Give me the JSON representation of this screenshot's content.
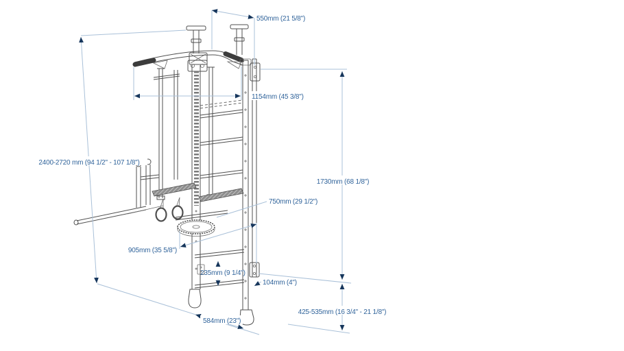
{
  "diagram": {
    "colors": {
      "background": "#ffffff",
      "structure_line": "#4f4f4f",
      "dimension_line": "#a9c0d8",
      "dimension_arrow": "#16365c",
      "dimension_text": "#31649b"
    },
    "dims": {
      "d550": "550mm (21 5/8\")",
      "d1154": "1154mm (45 3/8\")",
      "d2400": "2400-2720 mm (94 1/2\" - 107 1/8\")",
      "d1730": "1730mm (68 1/8\")",
      "d750": "750mm (29 1/2\")",
      "d905": "905mm (35 5/8\")",
      "d235": "235mm (9 1/4\")",
      "d104": "104mm (4\")",
      "d425": "425-535mm (16 3/4\" - 21 1/8\")",
      "d584": "584mm (23\")"
    }
  }
}
